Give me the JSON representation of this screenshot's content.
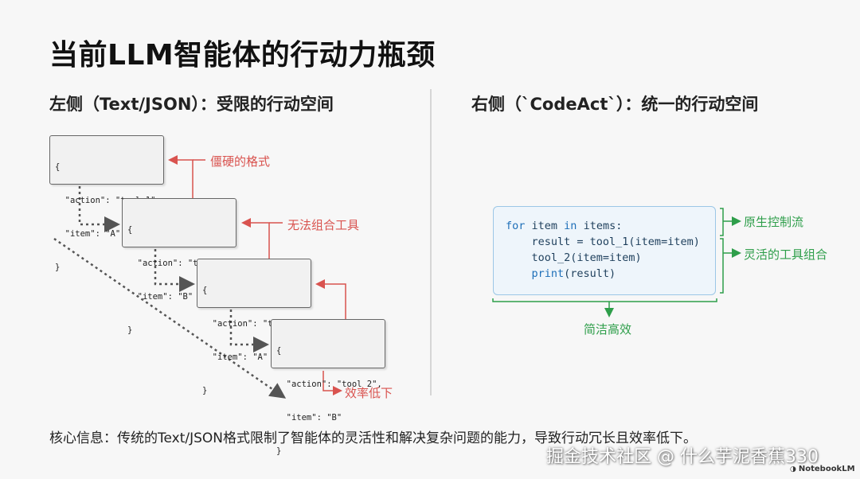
{
  "title": "当前LLM智能体的行动力瓶颈",
  "left_heading": "左侧（Text/JSON）：受限的行动空间",
  "right_heading": "右侧（`CodeAct`）：统一的行动空间",
  "json_boxes": [
    {
      "lines": [
        "{",
        "  \"action\": \"tool_1\",",
        "  \"item\": \"A\"",
        "}"
      ]
    },
    {
      "lines": [
        "{",
        "  \"action\": \"tool_1\",",
        "  \"item\": \"B\"",
        "}"
      ]
    },
    {
      "lines": [
        "{",
        "  \"action\": \"tool_2\",",
        "  \"item\": \"A\"",
        "}"
      ]
    },
    {
      "lines": [
        "{",
        "  \"action\": \"tool_2\",",
        "  \"item\": \"B\"",
        "}"
      ]
    }
  ],
  "left_labels": {
    "rigid_format": "僵硬的格式",
    "no_composition": "无法组合工具",
    "inefficient": "效率低下"
  },
  "code": {
    "line1_kw1": "for",
    "line1_mid": " item ",
    "line1_kw2": "in",
    "line1_end": " items:",
    "line2": "    result = tool_1(item=item)",
    "line3": "    tool_2(item=item)",
    "line4_kw": "print",
    "line4_end": "(result)"
  },
  "right_labels": {
    "native_control_flow": "原生控制流",
    "flexible_composition": "灵活的工具组合",
    "concise": "简洁高效"
  },
  "bottom_message": "核心信息：传统的Text/JSON格式限制了智能体的灵活性和解决复杂问题的能力，导致行动冗长且效率低下。",
  "watermark": "掘金技术社区 @ 什么芋泥香蕉330",
  "brand": "NotebookLM",
  "colors": {
    "red": "#d9534f",
    "green": "#2e9e4a",
    "code_bg": "#eef5fb",
    "code_border": "#9cc7e6"
  }
}
